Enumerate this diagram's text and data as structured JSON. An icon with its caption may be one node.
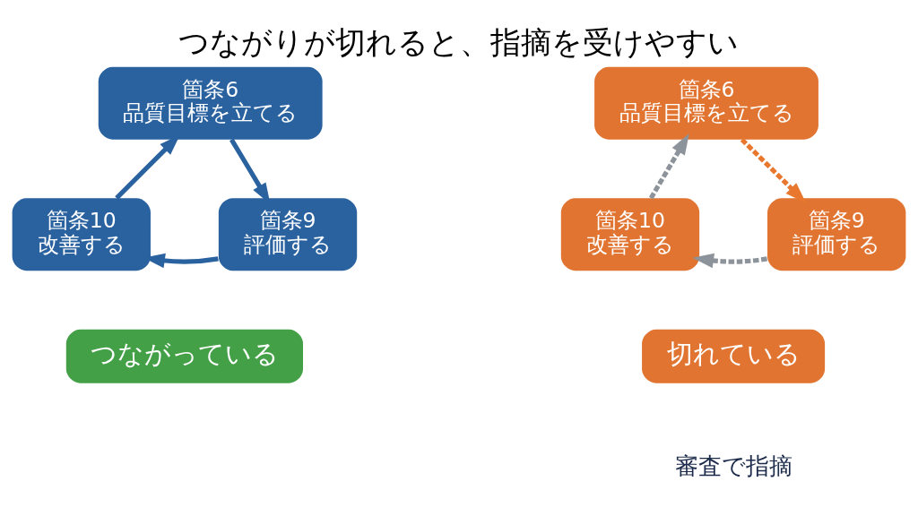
{
  "diagram": {
    "title": "つながりが切れると、指摘を受けやすい",
    "nodes": [
      {
        "text": [
          "箇条6",
          "品質目標を立てる"
        ]
      },
      {
        "text": [
          "箇条9",
          "評価する"
        ]
      },
      {
        "text": [
          "箇条10",
          "改善する"
        ]
      },
      {
        "text": [
          "つながっている"
        ]
      },
      {
        "text": [
          "箇条6",
          "品質目標を立てる"
        ]
      },
      {
        "text": [
          "箇条9",
          "評価する"
        ]
      },
      {
        "text": [
          "箇条10",
          "改善する"
        ]
      },
      {
        "text": [
          "切れている"
        ]
      }
    ],
    "edges": [
      {
        "from": 0,
        "to": 1,
        "arrow": "to",
        "color": "#2a62a0"
      },
      {
        "from": 1,
        "to": 2,
        "arrow": "to",
        "color": "#2a62a0"
      },
      {
        "from": 2,
        "to": 0,
        "arrow": "to",
        "color": "#2a62a0"
      },
      {
        "from": 4,
        "to": 5,
        "arrow": "to",
        "style": "dashed",
        "color": "#e9782e"
      },
      {
        "from": 5,
        "to": 6,
        "arrow": "to",
        "style": "dashed",
        "color": "#8d939a"
      },
      {
        "from": 6,
        "to": 4,
        "arrow": "to",
        "style": "dashed",
        "color": "#8d939a"
      }
    ],
    "labels": [
      "審査で指摘"
    ]
  }
}
